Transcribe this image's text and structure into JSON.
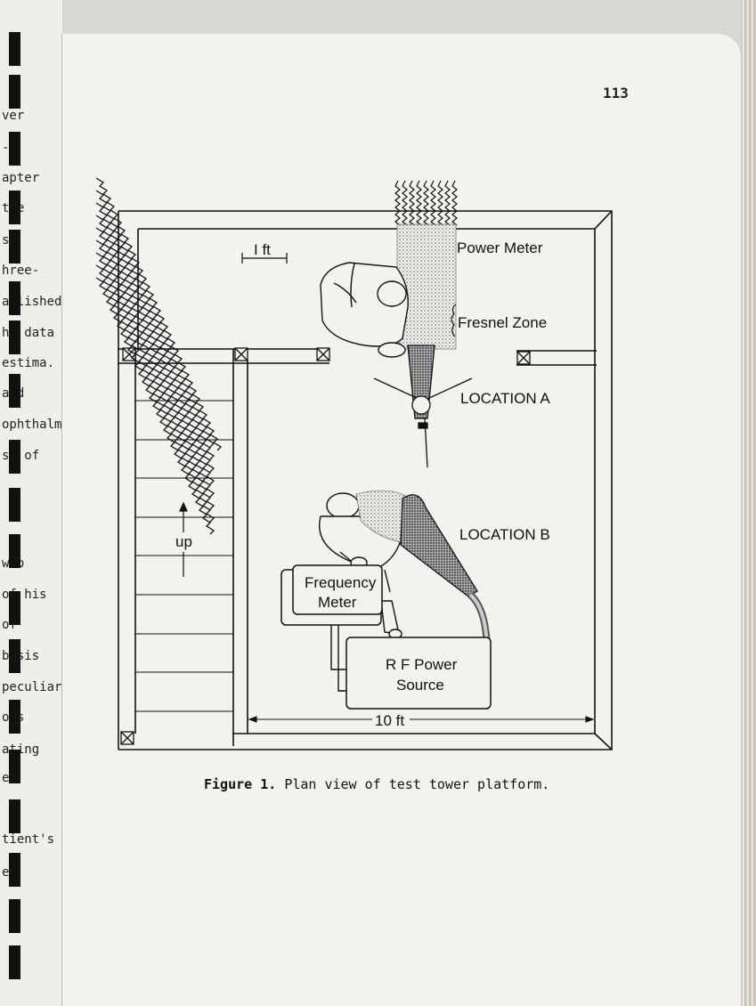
{
  "page": {
    "number": "113",
    "caption_label": "Figure 1.",
    "caption_text": "Plan view of test tower platform."
  },
  "previous_page_fragments": [
    "ver",
    "-e",
    "apter",
    "the",
    "s",
    "hree-",
    "ablished",
    "he data",
    "estima.",
    "and",
    "ophthalm",
    "se of",
    "who",
    "of his",
    "of",
    "basis",
    "peculiar",
    "ots",
    "ating",
    "e",
    "tient's",
    "er"
  ],
  "figure": {
    "labels": {
      "scale_top": "I ft",
      "power_meter": "Power Meter",
      "fresnel_zone": "Fresnel Zone",
      "location_a": "LOCATION A",
      "location_b": "LOCATION B",
      "stairs_direction": "up",
      "frequency_meter_line1": "Frequency",
      "frequency_meter_line2": "Meter",
      "rf_power_line1": "R F Power",
      "rf_power_line2": "Source",
      "scale_bottom": "10 ft"
    }
  }
}
